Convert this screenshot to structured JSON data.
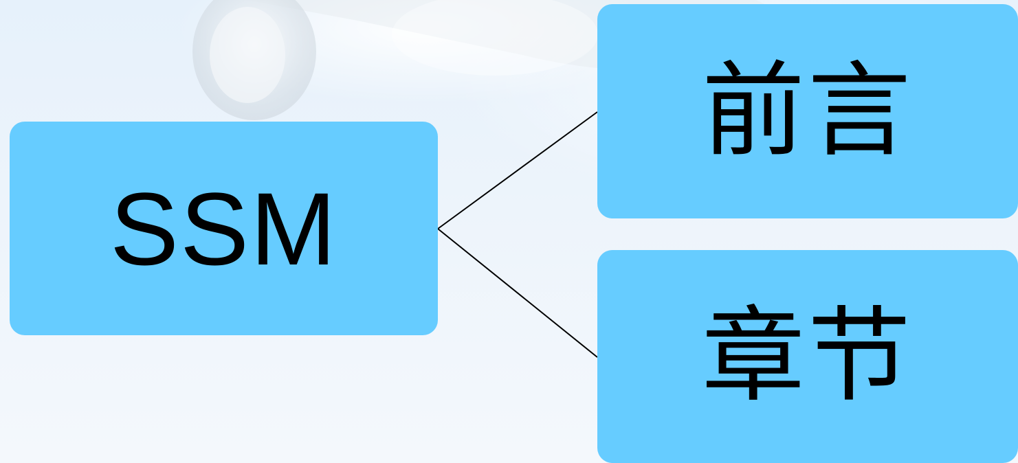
{
  "diagram": {
    "root": {
      "label": "SSM"
    },
    "children": [
      {
        "label": "前言"
      },
      {
        "label": "章节"
      }
    ]
  },
  "colors": {
    "node_fill": "#66ccff",
    "connector": "#000000",
    "background": "#e9f2fb"
  }
}
